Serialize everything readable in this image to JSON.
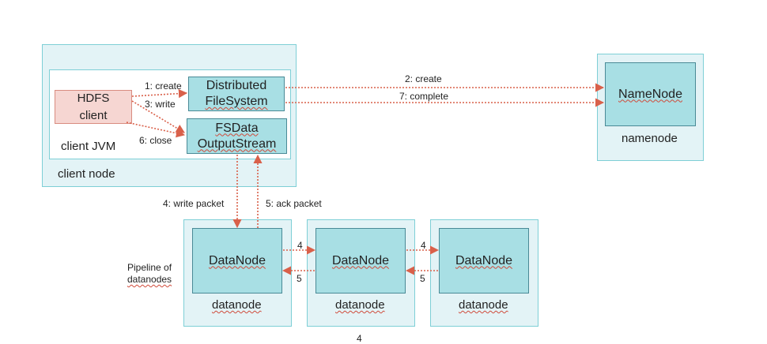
{
  "client_node": {
    "label": "client node",
    "jvm_label": "client JVM",
    "hdfs_client_line1": "HDFS",
    "hdfs_client_line2": "client",
    "dfs_line1": "Distributed",
    "dfs_line2": "FileSystem",
    "fsdata_line1": "FSData",
    "fsdata_line2": "OutputStream"
  },
  "namenode": {
    "component": "NameNode",
    "label": "namenode"
  },
  "edges": {
    "create_local": "1: create",
    "write_local": "3: write",
    "close_local": "6: close",
    "create_remote": "2: create",
    "complete_remote": "7: complete",
    "write_packet": "4: write packet",
    "ack_packet": "5: ack packet",
    "fwd_1": "4",
    "back_1": "5",
    "fwd_2": "4",
    "back_2": "5"
  },
  "pipeline": {
    "caption_line1": "Pipeline of",
    "caption_line2": "datanodes",
    "nodes": [
      {
        "component": "DataNode",
        "label": "datanode"
      },
      {
        "component": "DataNode",
        "label": "datanode"
      },
      {
        "component": "DataNode",
        "label": "datanode"
      }
    ]
  },
  "footer_mark": "4",
  "colors": {
    "outer_fill": "#e3f3f6",
    "component_fill": "#a8dfe4",
    "client_fill": "#f6d6d2",
    "arrow": "#d9604a"
  }
}
